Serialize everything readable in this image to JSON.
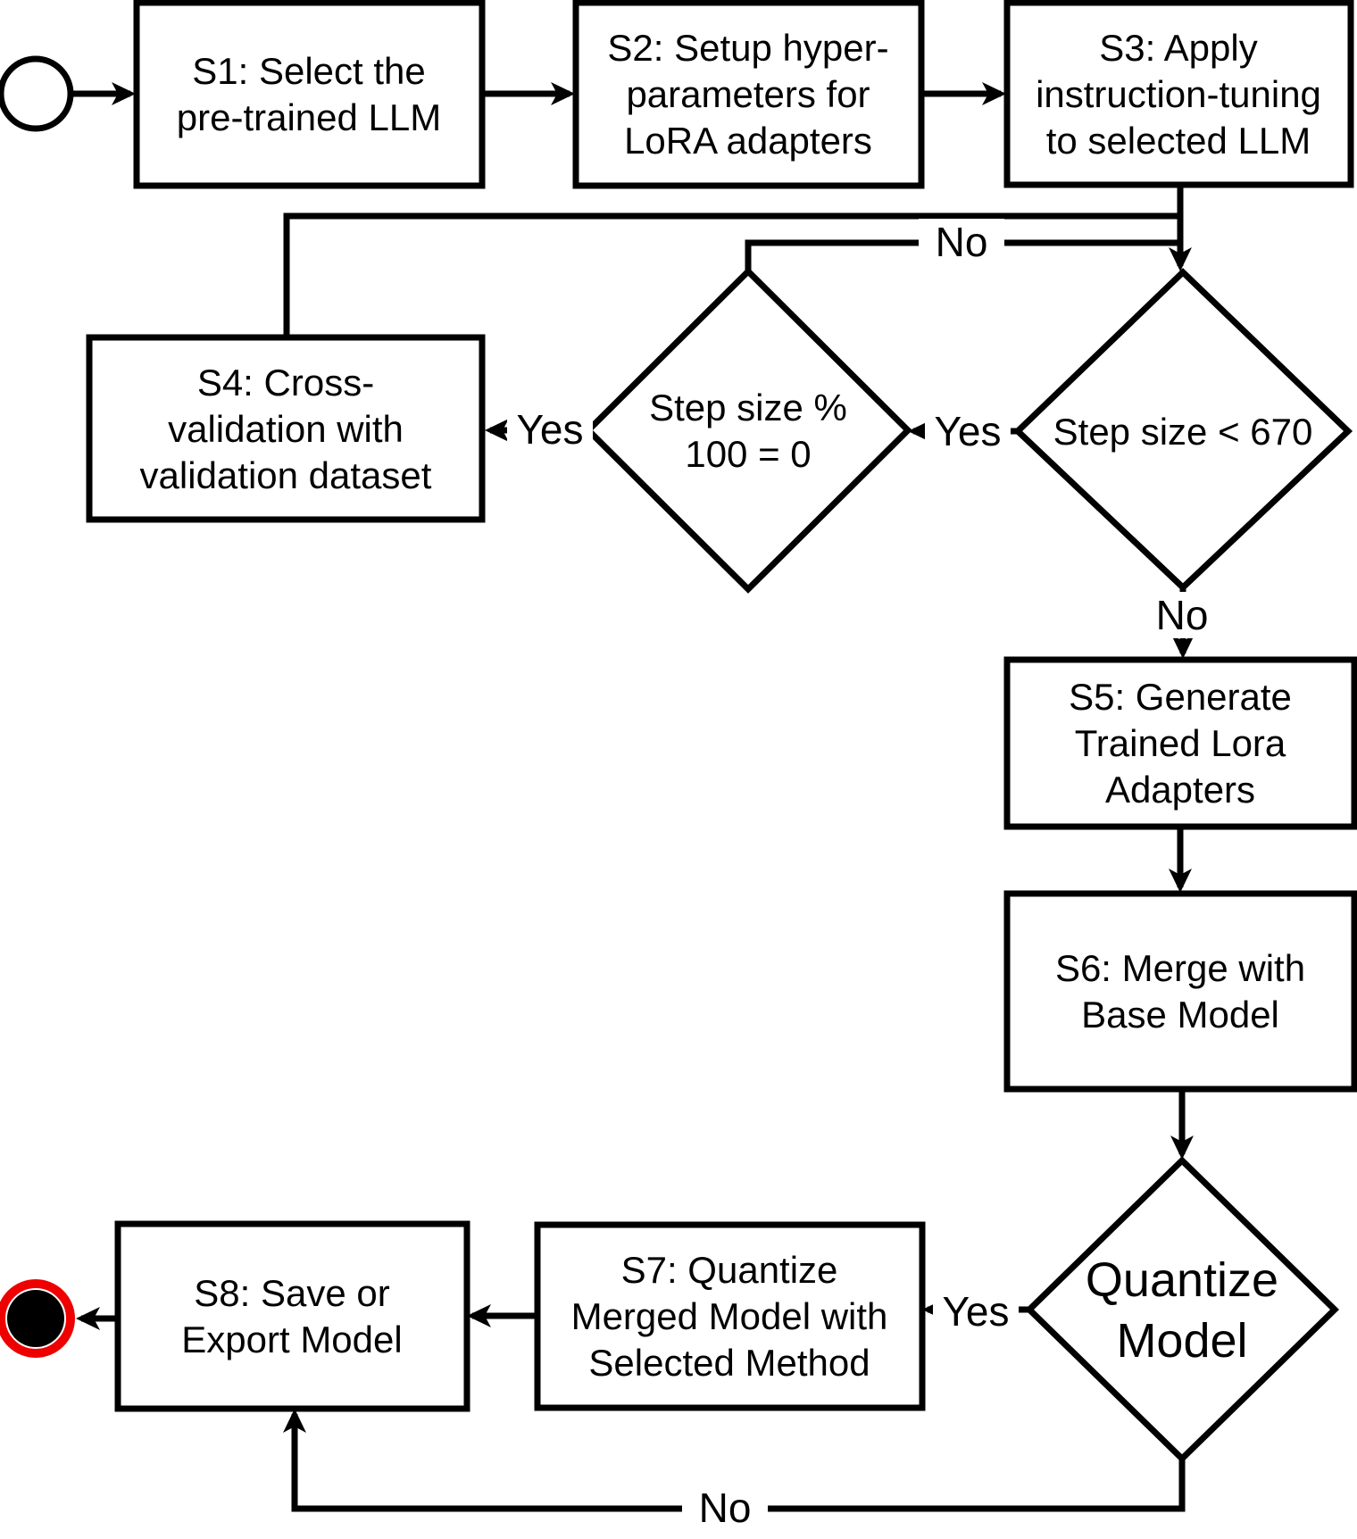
{
  "diagram": {
    "title": "LLM fine-tuning flowchart",
    "background_color": "#ffffff",
    "stroke_color": "#000000",
    "end_node_ring_color": "#ee0000"
  },
  "nodes": {
    "s1": {
      "lines": [
        "S1: Select the",
        "pre-trained LLM"
      ]
    },
    "s2": {
      "lines": [
        "S2: Setup hyper-",
        "parameters for",
        "LoRA adapters"
      ]
    },
    "s3": {
      "lines": [
        "S3: Apply",
        "instruction-tuning",
        "to selected LLM"
      ]
    },
    "s4": {
      "lines": [
        "S4: Cross-",
        "validation with",
        "validation dataset"
      ]
    },
    "s5": {
      "lines": [
        "S5: Generate",
        "Trained Lora",
        "Adapters"
      ]
    },
    "s6": {
      "lines": [
        "S6: Merge with",
        "Base Model"
      ]
    },
    "s7": {
      "lines": [
        "S7: Quantize",
        "Merged Model with",
        "Selected Method"
      ]
    },
    "s8": {
      "lines": [
        "S8: Save or",
        "Export Model"
      ]
    },
    "decision_step_limit": {
      "lines": [
        "Step size < 670"
      ]
    },
    "decision_step_mod": {
      "lines": [
        "Step size %",
        "100 = 0"
      ]
    },
    "decision_quantize": {
      "lines": [
        "Quantize",
        "Model"
      ]
    }
  },
  "edge_labels": {
    "step_limit_yes": "Yes",
    "step_limit_no": "No",
    "step_mod_yes": "Yes",
    "step_mod_no": "No",
    "quantize_yes": "Yes",
    "quantize_no": "No"
  }
}
